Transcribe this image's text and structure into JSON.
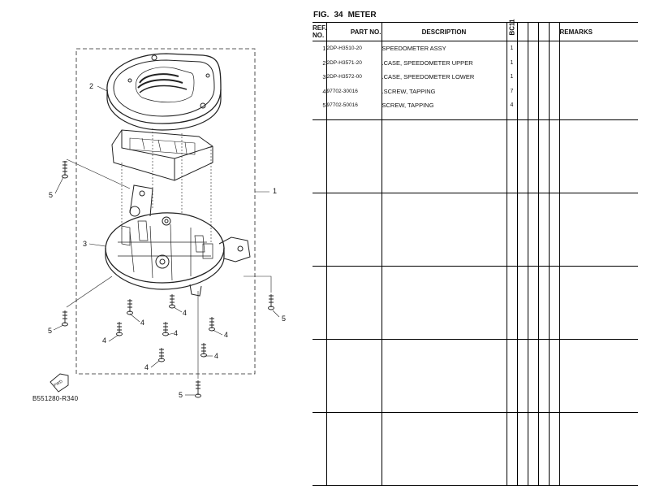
{
  "figure": {
    "label": "FIG.",
    "number": "34",
    "name": "METER",
    "code": "B551280-R340"
  },
  "columns": {
    "ref": "REF.",
    "ref2": "NO.",
    "part_no": "PART NO.",
    "description": "DESCRIPTION",
    "model": "BC11",
    "remarks": "REMARKS"
  },
  "parts": [
    {
      "ref": "1",
      "part_no": "2DP-H3510-20",
      "description": "SPEEDOMETER ASSY",
      "qty": "1"
    },
    {
      "ref": "2",
      "part_no": "2DP-H3571-20",
      "description": ".CASE, SPEEDOMETER UPPER",
      "qty": "1"
    },
    {
      "ref": "3",
      "part_no": "2DP-H3572-00",
      "description": ".CASE, SPEEDOMETER LOWER",
      "qty": "1"
    },
    {
      "ref": "4",
      "part_no": "97702-30016",
      "description": ".SCREW, TAPPING",
      "qty": "7"
    },
    {
      "ref": "5",
      "part_no": "97702-50016",
      "description": "SCREW, TAPPING",
      "qty": "4"
    }
  ],
  "diagram_callouts": [
    "1",
    "2",
    "3",
    "4",
    "4",
    "4",
    "4",
    "4",
    "4",
    "4",
    "5",
    "5",
    "5",
    "5"
  ],
  "fwd_label": "FWD"
}
